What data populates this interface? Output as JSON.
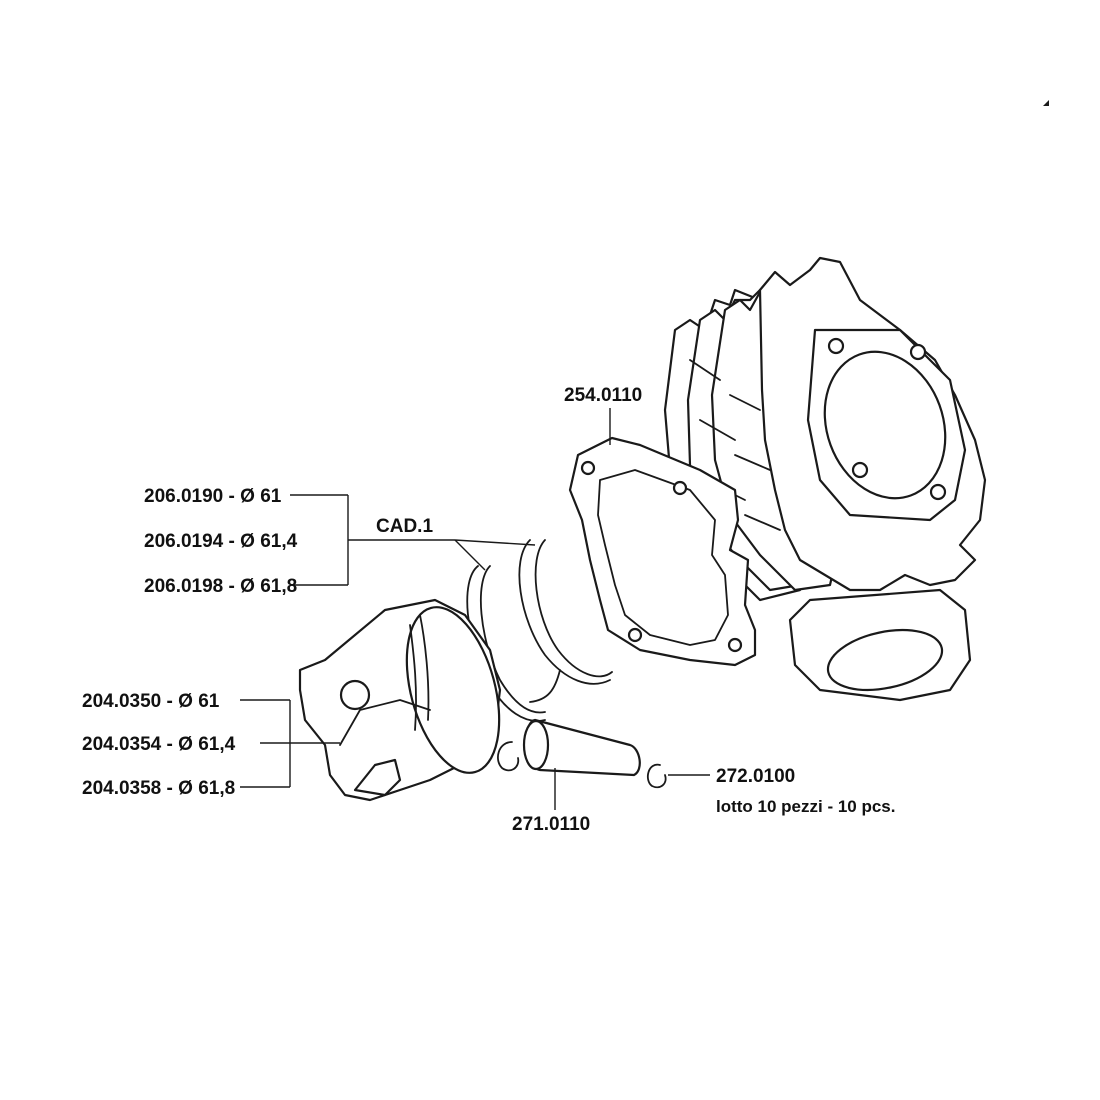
{
  "labels": {
    "gasket": "254.0110",
    "rings_1": "206.0190 - Ø 61",
    "rings_2": "206.0194 - Ø 61,4",
    "rings_3": "206.0198 - Ø 61,8",
    "rings_note": "CAD.1",
    "piston_1": "204.0350 - Ø 61",
    "piston_2": "204.0354 - Ø 61,4",
    "piston_3": "204.0358 - Ø 61,8",
    "pin": "271.0110",
    "circlip": "272.0100",
    "circlip_note": "lotto 10 pezzi - 10 pcs."
  }
}
